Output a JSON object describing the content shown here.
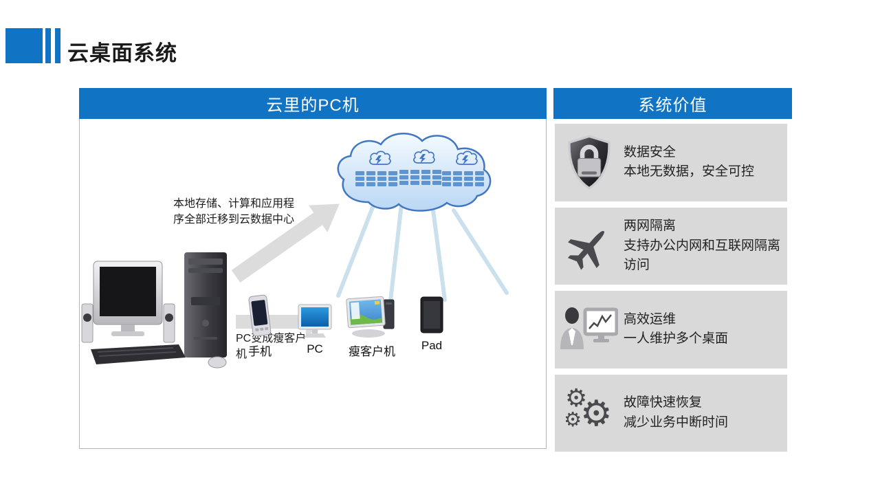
{
  "title": "云桌面系统",
  "left_panel": {
    "header": "云里的PC机",
    "arrow_label_top": "本地存储、计算和应用程序全部迁移到云数据中心",
    "arrow_label_bottom": "PC变成瘦客户机",
    "devices": [
      "手机",
      "PC",
      "瘦客户机",
      "Pad"
    ]
  },
  "right_panel": {
    "header": "系统价值",
    "items": [
      {
        "icon": "shield-lock",
        "title": "数据安全",
        "desc": "本地无数据，安全可控"
      },
      {
        "icon": "airplane",
        "title": "两网隔离",
        "desc": "支持办公内网和互联网隔离访问"
      },
      {
        "icon": "admin-monitor",
        "title": "高效运维",
        "desc": "一人维护多个桌面"
      },
      {
        "icon": "gears",
        "title": "故障快速恢复",
        "desc": "减少业务中断时间"
      }
    ]
  },
  "colors": {
    "accent_blue": "#1173C4",
    "card_gray": "#D9D9D9",
    "arrow_gray": "#DCDCDC",
    "cloud_stroke": "#4176C4",
    "cloud_fill_top": "#F4FAFF",
    "cloud_fill_bottom": "#B9D7F3",
    "rack_blue": "#5E93D4"
  }
}
